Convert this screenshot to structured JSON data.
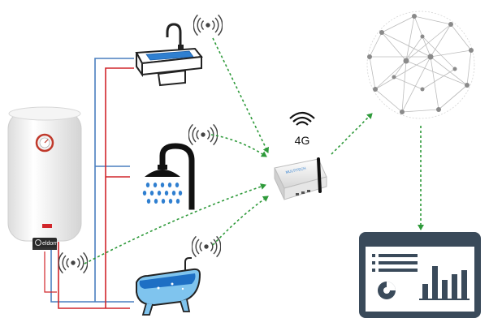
{
  "router": {
    "network_label": "4G",
    "brand_text": "MULTITECH"
  },
  "heater": {
    "brand_text": "eldom"
  },
  "colors": {
    "hot_pipe": "#d1262b",
    "cold_pipe": "#4a7fbf",
    "signal_arrow": "#2e9a3a",
    "water": "#2f7fd0",
    "dashboard_frame": "#3a4a5a",
    "globe": "#9a9a9a"
  },
  "icons": [
    "wifi-signal-icon",
    "sink-icon",
    "shower-icon",
    "bathtub-icon",
    "water-heater-icon",
    "router-icon",
    "globe-network-icon",
    "dashboard-icon"
  ]
}
